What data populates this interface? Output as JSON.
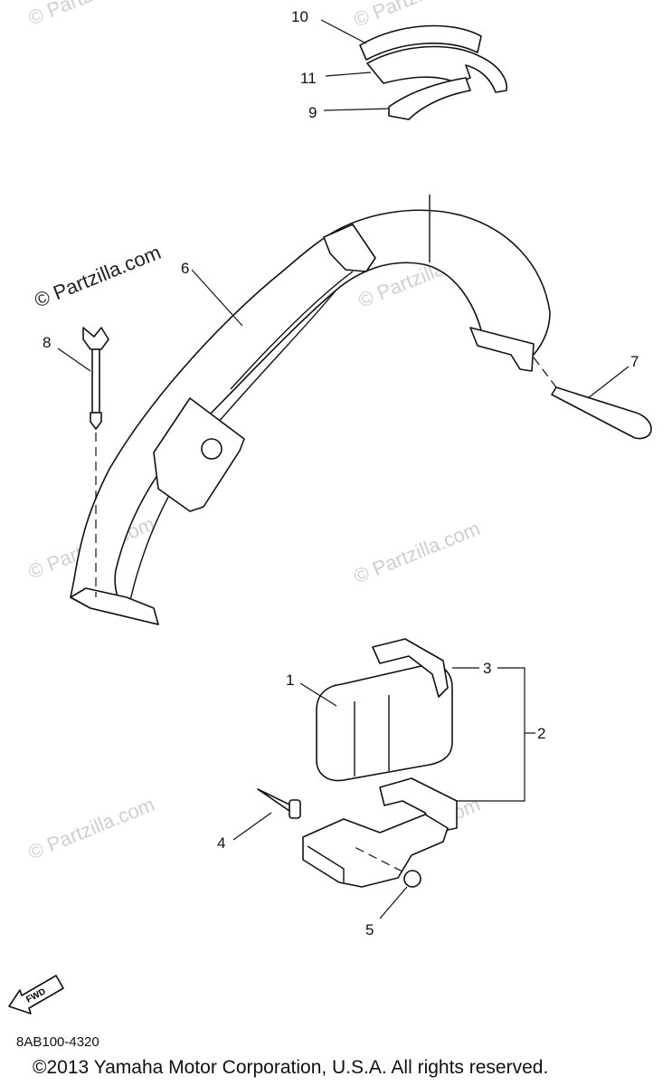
{
  "callouts": [
    {
      "id": "1",
      "label": "1"
    },
    {
      "id": "2",
      "label": "2"
    },
    {
      "id": "3",
      "label": "3"
    },
    {
      "id": "4",
      "label": "4"
    },
    {
      "id": "5",
      "label": "5"
    },
    {
      "id": "6",
      "label": "6"
    },
    {
      "id": "7",
      "label": "7"
    },
    {
      "id": "8",
      "label": "8"
    },
    {
      "id": "9",
      "label": "9"
    },
    {
      "id": "10",
      "label": "10"
    },
    {
      "id": "11",
      "label": "11"
    }
  ],
  "watermarks": {
    "dark": "© Partzilla.com",
    "light": "© Partzilla.com"
  },
  "fwd_label": "FWD",
  "diagram_code": "8AB100-4320",
  "copyright": "©2013 Yamaha Motor Corporation, U.S.A. All rights reserved."
}
